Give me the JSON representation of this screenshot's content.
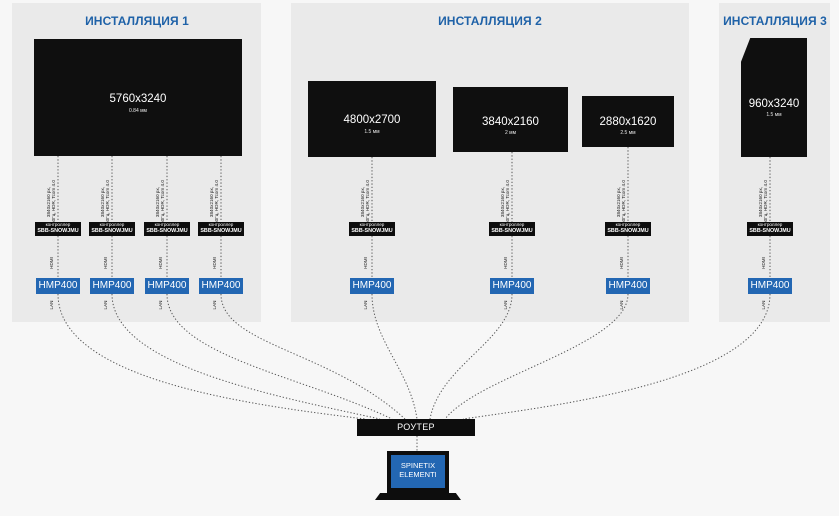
{
  "installations": [
    {
      "title": "ИНСТАЛЛЯЦИЯ 1"
    },
    {
      "title": "ИНСТАЛЛЯЦИЯ 2"
    },
    {
      "title": "ИНСТАЛЛЯЦИЯ 3"
    }
  ],
  "screens": [
    {
      "resolution": "5760x3240",
      "pitch": "0.84 мм"
    },
    {
      "resolution": "4800x2700",
      "pitch": "1.5 мм"
    },
    {
      "resolution": "3840x2160",
      "pitch": "2 мм"
    },
    {
      "resolution": "2880x1620",
      "pitch": "2.5 мм"
    },
    {
      "resolution": "960x3240",
      "pitch": "1.5 мм"
    }
  ],
  "link_spec": {
    "line1": "3840x2160 px,",
    "line2": "60Гц, HDR, Tcom 4.0"
  },
  "controller": {
    "label": "контроллер",
    "model": "SBB-SNOWJMU"
  },
  "cable_hdmi": "HDMI",
  "cable_lan": "LAN",
  "player": {
    "model": "HMP400"
  },
  "router": {
    "label": "РОУТЕР"
  },
  "laptop": {
    "line1": "SPINETIX",
    "line2": "ELEMENTI"
  },
  "colors": {
    "accent": "#2367b3",
    "title": "#1f62a8",
    "panel": "#eaeaea",
    "device": "#0d0d0d"
  }
}
